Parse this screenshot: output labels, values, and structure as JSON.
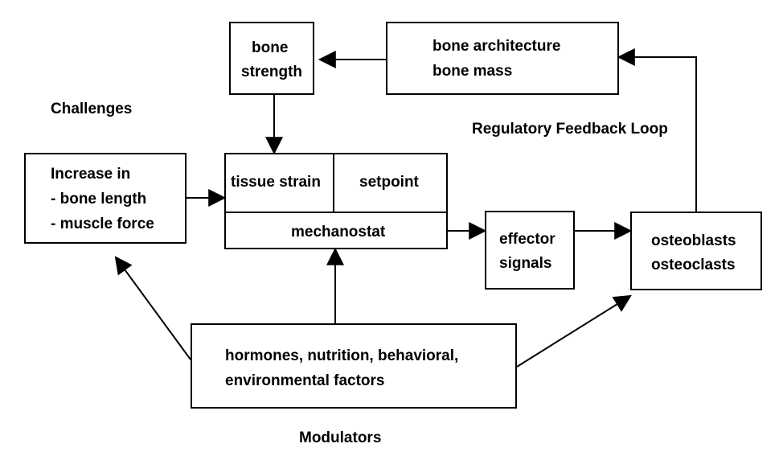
{
  "boxes": {
    "bone_strength": {
      "line1": "bone",
      "line2": "strength"
    },
    "bone_architecture": {
      "line1": "bone architecture",
      "line2": "bone mass"
    },
    "challenges_box": {
      "line1": "Increase in",
      "line2": "- bone length",
      "line3": "- muscle force"
    },
    "mechanostat": {
      "tissue_strain": "tissue strain",
      "setpoint": "setpoint",
      "label": "mechanostat"
    },
    "effector": {
      "line1": "effector",
      "line2": "signals"
    },
    "cells": {
      "line1": "osteoblasts",
      "line2": "osteoclasts"
    },
    "modulators_box": {
      "line1": "hormones, nutrition, behavioral,",
      "line2": "environmental factors"
    }
  },
  "labels": {
    "challenges": "Challenges",
    "feedback_loop": "Regulatory Feedback Loop",
    "modulators": "Modulators"
  }
}
